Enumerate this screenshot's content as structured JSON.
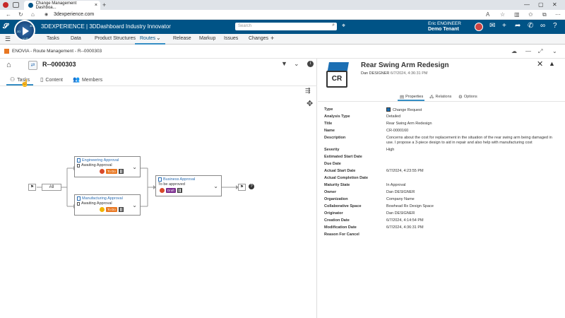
{
  "browser": {
    "tab_title": "Change Management Dashboa...",
    "url": "3dexperience.com"
  },
  "topbar": {
    "brand": "3DEXPERIENCE | 3DDashboard  Industry Innovator",
    "search_placeholder": "Search",
    "user_name": "Eric ENGINEER",
    "tenant": "Demo Tenant"
  },
  "compass": {
    "n1": "2D",
    "n2": "3D",
    "n3": "V+R"
  },
  "dashtabs": [
    {
      "label": "Tasks"
    },
    {
      "label": "Data"
    },
    {
      "label": "Product Structures"
    },
    {
      "label": "Routes"
    },
    {
      "label": "Release"
    },
    {
      "label": "Markup"
    },
    {
      "label": "Issues"
    },
    {
      "label": "Changes"
    }
  ],
  "widget": {
    "title": "ENOVIA - Route Management - R--0000303"
  },
  "route": {
    "id": "R--0000303",
    "subtabs": [
      "Tasks",
      "Content",
      "Members"
    ]
  },
  "diagram": {
    "start_flag": "⚑",
    "all_label": "All",
    "nodes": [
      {
        "title": "Engineering Approval",
        "status": "Awaiting Approval",
        "badge": "To Do",
        "badge_color": "#e87722"
      },
      {
        "title": "Manufacturing Approval",
        "status": "Awaiting Approval",
        "badge": "To Do",
        "badge_color": "#e87722"
      },
      {
        "title": "Business Approval",
        "status": "To be approved",
        "badge": "Draft",
        "badge_color": "#7b2d8e"
      }
    ],
    "help": "?"
  },
  "object": {
    "icon_label": "CR",
    "title": "Rear Swing Arm Redesign",
    "owner": "Dan DESIGNER",
    "timestamp": "6/7/2024, 4:36:31 PM",
    "tabs": [
      "Properties",
      "Relations",
      "Options"
    ]
  },
  "properties": [
    {
      "key": "Type",
      "value": "Change Request"
    },
    {
      "key": "Analysis Type",
      "value": "Detailed"
    },
    {
      "key": "Title",
      "value": "Rear Swing Arm Redesign"
    },
    {
      "key": "Name",
      "value": "CR-0000160"
    },
    {
      "key": "Description",
      "value": "Concerns about the cost for replacement in the situation of the rear swing arm being damaged in use. I propose a 3-piece design to aid in repair and also help with manufacturing cost"
    },
    {
      "key": "Severity",
      "value": "High"
    },
    {
      "key": "Estimated Start Date",
      "value": ""
    },
    {
      "key": "Due Date",
      "value": ""
    },
    {
      "key": "Actual Start Date",
      "value": "6/7/2024, 4:23:55 PM"
    },
    {
      "key": "Actual Completion Date",
      "value": ""
    },
    {
      "key": "Maturity State",
      "value": "In Approval"
    },
    {
      "key": "Owner",
      "value": "Dan DESIGNER"
    },
    {
      "key": "Organization",
      "value": "Company Name"
    },
    {
      "key": "Collaborative Space",
      "value": "Bowhead Rx Design Space"
    },
    {
      "key": "Originator",
      "value": "Dan DESIGNER"
    },
    {
      "key": "Creation Date",
      "value": "6/7/2024, 4:14:54 PM"
    },
    {
      "key": "Modification Date",
      "value": "6/7/2024, 4:36:31 PM"
    },
    {
      "key": "Reason For Cancel",
      "value": ""
    }
  ],
  "colors": {
    "topbar": "#005386",
    "accent": "#368ec4"
  }
}
